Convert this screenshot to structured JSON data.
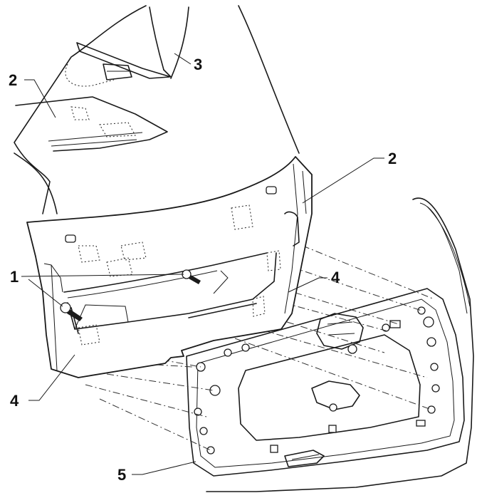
{
  "callouts": [
    {
      "id": "c1",
      "label": "1"
    },
    {
      "id": "c2a",
      "label": "2"
    },
    {
      "id": "c2b",
      "label": "2"
    },
    {
      "id": "c3",
      "label": "3"
    },
    {
      "id": "c4a",
      "label": "4"
    },
    {
      "id": "c4b",
      "label": "4"
    },
    {
      "id": "c5",
      "label": "5"
    }
  ]
}
